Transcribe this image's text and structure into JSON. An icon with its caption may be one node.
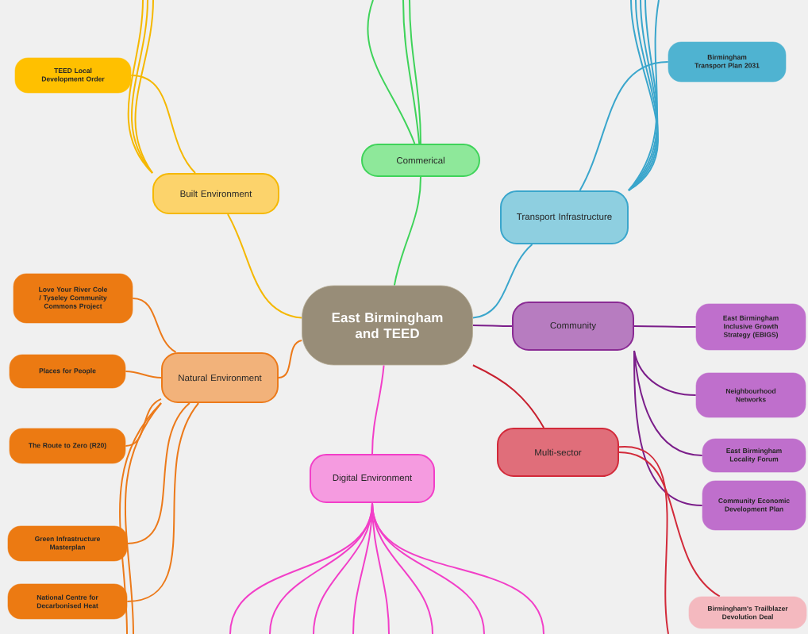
{
  "diagram": {
    "nodes": [
      {
        "text": [
          "East Birmingham and TEED"
        ]
      },
      {
        "text": [
          "Commerical"
        ]
      },
      {
        "text": [
          "Built Environment"
        ]
      },
      {
        "text": [
          "TEED Local Development Order"
        ]
      },
      {
        "text": [
          "Transport Infrastructure"
        ]
      },
      {
        "text": [
          "Birmingham Transport Plan 2031"
        ]
      },
      {
        "text": [
          "Community"
        ]
      },
      {
        "text": [
          "East Birmingham Inclusive Growth Strategy (EBIGS)"
        ]
      },
      {
        "text": [
          "Neighbourhood Networks"
        ]
      },
      {
        "text": [
          "East Birmingham Locality Forum"
        ]
      },
      {
        "text": [
          "Community Economic Development Plan"
        ]
      },
      {
        "text": [
          "Multi-sector"
        ]
      },
      {
        "text": [
          "Birmingham's Trailblazer Devolution Deal"
        ]
      },
      {
        "text": [
          "Natural Environment"
        ]
      },
      {
        "text": [
          "Love Your River Cole / Tyseley Community Commons Project"
        ]
      },
      {
        "text": [
          "Places for People"
        ]
      },
      {
        "text": [
          "The Route to Zero (R20)"
        ]
      },
      {
        "text": [
          "Green Infrastructure Masterplan"
        ]
      },
      {
        "text": [
          "National Centre for Decarbonised Heat"
        ]
      },
      {
        "text": [
          "Digital Environment"
        ]
      }
    ],
    "edges": [
      {
        "from": 0,
        "to": 1,
        "arrow": "none",
        "color": "#3fd35a"
      },
      {
        "from": 0,
        "to": 2,
        "arrow": "none",
        "color": "#f5b800"
      },
      {
        "from": 0,
        "to": 4,
        "arrow": "none",
        "color": "#3aa6cc"
      },
      {
        "from": 0,
        "to": 6,
        "arrow": "none",
        "color": "#7b1e8a"
      },
      {
        "from": 0,
        "to": 11,
        "arrow": "none",
        "color": "#c8202f"
      },
      {
        "from": 0,
        "to": 13,
        "arrow": "none",
        "color": "#ec7a1a"
      },
      {
        "from": 0,
        "to": 19,
        "arrow": "none",
        "color": "#f23fc8"
      },
      {
        "from": 2,
        "to": 3,
        "arrow": "none",
        "color": "#f5b800"
      },
      {
        "from": 4,
        "to": 5,
        "arrow": "none",
        "color": "#3aa6cc"
      },
      {
        "from": 6,
        "to": 7,
        "arrow": "none",
        "color": "#7b1e8a"
      },
      {
        "from": 6,
        "to": 8,
        "arrow": "none",
        "color": "#7b1e8a"
      },
      {
        "from": 6,
        "to": 9,
        "arrow": "none",
        "color": "#7b1e8a"
      },
      {
        "from": 6,
        "to": 10,
        "arrow": "none",
        "color": "#7b1e8a"
      },
      {
        "from": 11,
        "to": 12,
        "arrow": "none",
        "color": "#d22a3a"
      },
      {
        "from": 13,
        "to": 14,
        "arrow": "none",
        "color": "#ec7a1a"
      },
      {
        "from": 13,
        "to": 15,
        "arrow": "none",
        "color": "#ec7a1a"
      },
      {
        "from": 13,
        "to": 16,
        "arrow": "none",
        "color": "#ec7a1a"
      },
      {
        "from": 13,
        "to": 17,
        "arrow": "none",
        "color": "#ec7a1a"
      },
      {
        "from": 13,
        "to": 18,
        "arrow": "none",
        "color": "#ec7a1a"
      },
      {
        "from": 2,
        "to": null,
        "arrow": "none",
        "color": "#f5b800"
      },
      {
        "from": 2,
        "to": null,
        "arrow": "none",
        "color": "#f5b800"
      },
      {
        "from": 2,
        "to": null,
        "arrow": "none",
        "color": "#f5b800"
      },
      {
        "from": 1,
        "to": null,
        "arrow": "none",
        "color": "#3fd35a"
      },
      {
        "from": 1,
        "to": null,
        "arrow": "none",
        "color": "#3fd35a"
      },
      {
        "from": 1,
        "to": null,
        "arrow": "none",
        "color": "#3fd35a"
      },
      {
        "from": 4,
        "to": null,
        "arrow": "none",
        "color": "#3aa6cc"
      },
      {
        "from": 4,
        "to": null,
        "arrow": "none",
        "color": "#3aa6cc"
      },
      {
        "from": 4,
        "to": null,
        "arrow": "none",
        "color": "#3aa6cc"
      },
      {
        "from": 4,
        "to": null,
        "arrow": "none",
        "color": "#3aa6cc"
      },
      {
        "from": 4,
        "to": null,
        "arrow": "none",
        "color": "#3aa6cc"
      },
      {
        "from": 13,
        "to": null,
        "arrow": "none",
        "color": "#ec7a1a"
      },
      {
        "from": 13,
        "to": null,
        "arrow": "none",
        "color": "#ec7a1a"
      },
      {
        "from": 19,
        "to": null,
        "arrow": "none",
        "color": "#f23fc8"
      },
      {
        "from": 19,
        "to": null,
        "arrow": "none",
        "color": "#f23fc8"
      },
      {
        "from": 19,
        "to": null,
        "arrow": "none",
        "color": "#f23fc8"
      },
      {
        "from": 19,
        "to": null,
        "arrow": "none",
        "color": "#f23fc8"
      },
      {
        "from": 19,
        "to": null,
        "arrow": "none",
        "color": "#f23fc8"
      },
      {
        "from": 19,
        "to": null,
        "arrow": "none",
        "color": "#f23fc8"
      },
      {
        "from": 19,
        "to": null,
        "arrow": "none",
        "color": "#f23fc8"
      },
      {
        "from": 19,
        "to": null,
        "arrow": "none",
        "color": "#f23fc8"
      },
      {
        "from": 11,
        "to": null,
        "arrow": "none",
        "color": "#d22a3a"
      }
    ]
  }
}
